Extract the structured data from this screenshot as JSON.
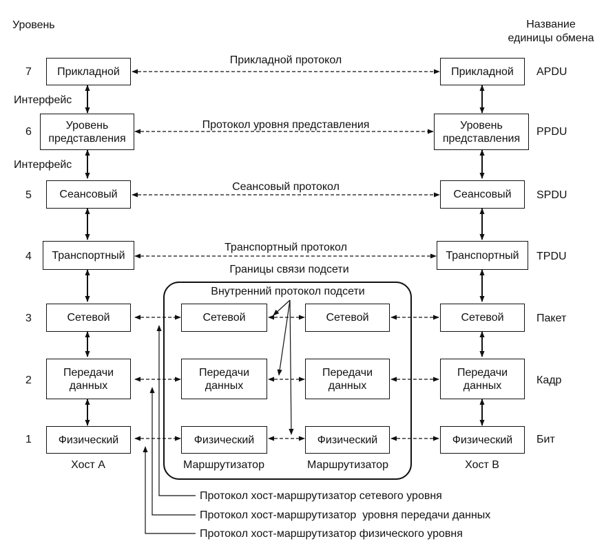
{
  "header": {
    "level": "Уровень",
    "unit_line1": "Название",
    "unit_line2": "единицы обмена"
  },
  "levels": [
    "7",
    "6",
    "5",
    "4",
    "3",
    "2",
    "1"
  ],
  "units": [
    "APDU",
    "PPDU",
    "SPDU",
    "TPDU",
    "Пакет",
    "Кадр",
    "Бит"
  ],
  "interface": "Интерфейс",
  "layers": {
    "application": "Прикладной",
    "presentation_1": "Уровень",
    "presentation_2": "представления",
    "session": "Сеансовый",
    "transport": "Транспортный",
    "network": "Сетевой",
    "datalink_1": "Передачи",
    "datalink_2": "данных",
    "physical": "Физический"
  },
  "protocols": {
    "application": "Прикладной протокол",
    "presentation": "Протокол уровня представления",
    "session": "Сеансовый протокол",
    "transport": "Транспортный протокол"
  },
  "subnet": {
    "boundary": "Границы связи подсети",
    "internal": "Внутренний протокол подсети"
  },
  "hosts": {
    "a": "Хост A",
    "b": "Хост B"
  },
  "router": "Маршрутизатор",
  "host_router": {
    "network": "Протокол хост-маршрутизатор сетевого уровня",
    "datalink": "Протокол хост-маршрутизатор  уровня передачи данных",
    "physical": "Протокол хост-маршрутизатор физического уровня"
  }
}
